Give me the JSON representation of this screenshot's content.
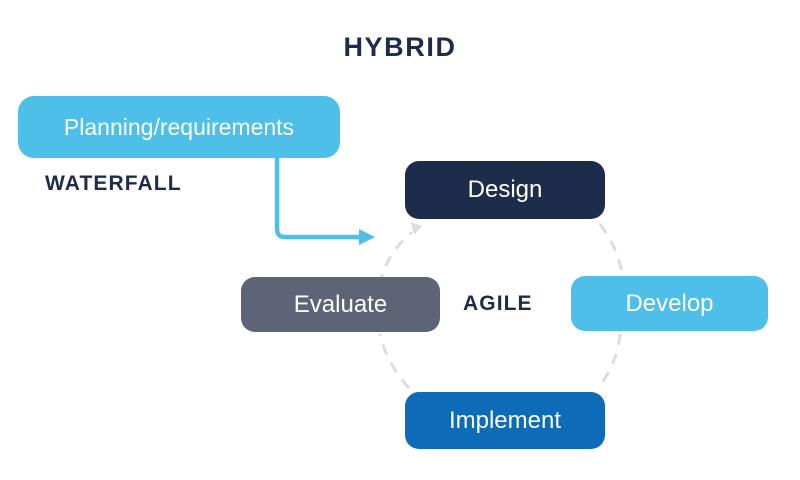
{
  "diagram": {
    "title": "HYBRID",
    "nodes": [
      {
        "id": "planning",
        "label": "Planning/requirements",
        "color": "#4dbfe8",
        "text_color": "#ffffff"
      },
      {
        "id": "design",
        "label": "Design",
        "color": "#1e2c4c",
        "text_color": "#ffffff"
      },
      {
        "id": "develop",
        "label": "Develop",
        "color": "#4dbfe8",
        "text_color": "#ffffff"
      },
      {
        "id": "implement",
        "label": "Implement",
        "color": "#0d6bb8",
        "text_color": "#ffffff"
      },
      {
        "id": "evaluate",
        "label": "Evaluate",
        "color": "#5e6478",
        "text_color": "#ffffff"
      }
    ],
    "group_labels": [
      {
        "id": "waterfall",
        "label": "WATERFALL",
        "color": "#1e2c4c"
      },
      {
        "id": "agile",
        "label": "AGILE",
        "color": "#1e2c4c"
      }
    ],
    "connectors": [
      {
        "id": "planning-to-cycle",
        "from": "planning",
        "to": "cycle-entry",
        "style": "solid",
        "color": "#4dbfe8",
        "arrow": true
      },
      {
        "id": "evaluate-to-design",
        "from": "evaluate",
        "to": "design",
        "style": "dashed",
        "color": "#dcdde1",
        "arrow": true
      },
      {
        "id": "design-to-develop",
        "from": "design",
        "to": "develop",
        "style": "dashed",
        "color": "#dcdde1",
        "arrow": false
      },
      {
        "id": "develop-to-implement",
        "from": "develop",
        "to": "implement",
        "style": "dashed",
        "color": "#dcdde1",
        "arrow": false
      },
      {
        "id": "implement-to-evaluate",
        "from": "implement",
        "to": "evaluate",
        "style": "dashed",
        "color": "#dcdde1",
        "arrow": false
      }
    ],
    "background_color": "#ffffff"
  }
}
